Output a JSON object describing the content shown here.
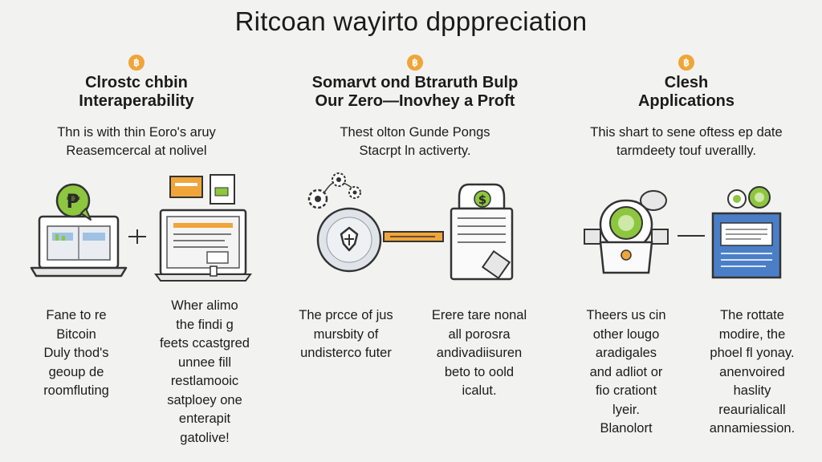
{
  "title": "Ritcoan wayirto dpppreciation",
  "columns": [
    {
      "heading": [
        "Clrostc chbin",
        "Interaperability"
      ],
      "sub": [
        "Thn is with thin Eoro's aruy",
        "Reasemcercal at nolivel"
      ],
      "paras": [
        [
          "Fane to re",
          "Bitcoin",
          "Duly thod's",
          "geoup de",
          "roomfluting"
        ],
        [
          "Wher alimo",
          "the findi g",
          "feets ccastgred",
          "unnee fill",
          "restlamooic",
          "satploey one",
          "enterapit",
          "gatolive!"
        ]
      ]
    },
    {
      "heading": [
        "Somarvt ond Btraruth Bulp",
        "Our Zero—Inovhey a Proft"
      ],
      "sub": [
        "Thest olton Gunde Pongs",
        "Stacrpt ln activerty."
      ],
      "paras": [
        [
          "The prcce of jus",
          "mursbity of",
          "undisterco futer"
        ],
        [
          "Erere tare nonal",
          "all porosra",
          "andivadiisuren",
          "beto to oold",
          "icalut."
        ]
      ]
    },
    {
      "heading": [
        "Clesh",
        "Applications"
      ],
      "sub": [
        "This shart to sene oftess ep date",
        "tarmdeety touf uverallly."
      ],
      "paras": [
        [
          "Theers us cin",
          "other lougo",
          "aradigales",
          "and adliot or",
          "fio crationt",
          "lyeir.",
          "Blanolort"
        ],
        [
          "The rottate",
          "modire, the",
          "phoel fl yonay.",
          "anenvoired",
          "haslity",
          "reaurialicall",
          "annamiession."
        ]
      ]
    }
  ],
  "coin_symbol": "฿",
  "dollar_symbol": "$",
  "colors": {
    "accent": "#f0a53a",
    "green": "#8dc63f",
    "outline": "#333333",
    "blue": "#4a7fc8",
    "background": "#f2f3f1"
  },
  "icons": [
    "laptop-speech-bubble-icon",
    "plus-icon",
    "computer-documents-icon",
    "gears-icon",
    "globe-shield-icon",
    "connector-bar-icon",
    "cash-register-icon",
    "mining-machine-icon",
    "minus-icon",
    "blockchain-document-icon"
  ]
}
